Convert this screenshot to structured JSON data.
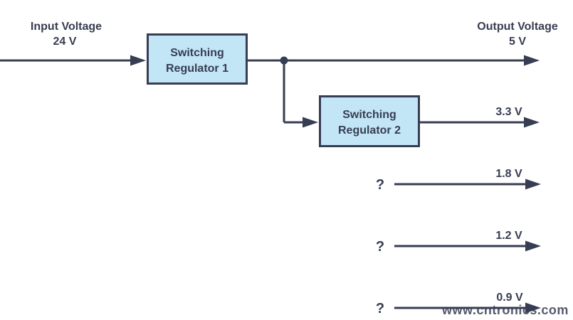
{
  "colors": {
    "wire": "#373d52",
    "text": "#373d52",
    "box_fill": "#c2e6f6",
    "box_border": "#373d52",
    "watermark": "#a9e2ab"
  },
  "diagram": {
    "input": {
      "label": "Input Voltage",
      "value": "24 V"
    },
    "output_header": {
      "label": "Output Voltage",
      "value": "5 V"
    },
    "regulator1": {
      "line1": "Switching",
      "line2": "Regulator 1"
    },
    "regulator2": {
      "line1": "Switching",
      "line2": "Regulator 2"
    },
    "rail2_label": "3.3 V",
    "unknown_rails": [
      {
        "source": "?",
        "label": "1.8 V"
      },
      {
        "source": "?",
        "label": "1.2 V"
      },
      {
        "source": "?",
        "label": "0.9 V"
      }
    ]
  },
  "watermark": {
    "text": "www.cntronics.com"
  }
}
